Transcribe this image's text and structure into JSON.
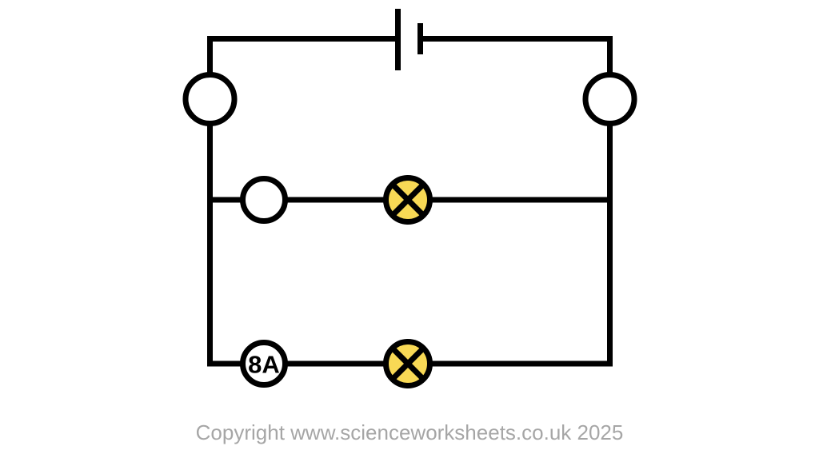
{
  "diagram": {
    "title": "Parallel circuit with cell, two ammeters, two lamps",
    "type": "electrical-circuit-schematic",
    "colors": {
      "wire": "#000000",
      "lamp_fill": "#F8D955",
      "background": "#FFFFFF",
      "copyright": "#A6A6A6"
    },
    "components": {
      "cell": {
        "name": "cell",
        "label": ""
      },
      "meter_top_left": {
        "name": "ammeter-top-left",
        "label": ""
      },
      "meter_top_right": {
        "name": "ammeter-top-right",
        "label": ""
      },
      "meter_middle_branch": {
        "name": "ammeter-middle-branch",
        "label": ""
      },
      "meter_bottom_branch": {
        "name": "ammeter-bottom-branch",
        "label": "8A"
      },
      "lamp_middle_branch": {
        "name": "lamp-middle-branch",
        "label": ""
      },
      "lamp_bottom_branch": {
        "name": "lamp-bottom-branch",
        "label": ""
      }
    }
  },
  "footer": {
    "copyright": "Copyright www.scienceworksheets.co.uk 2025"
  }
}
